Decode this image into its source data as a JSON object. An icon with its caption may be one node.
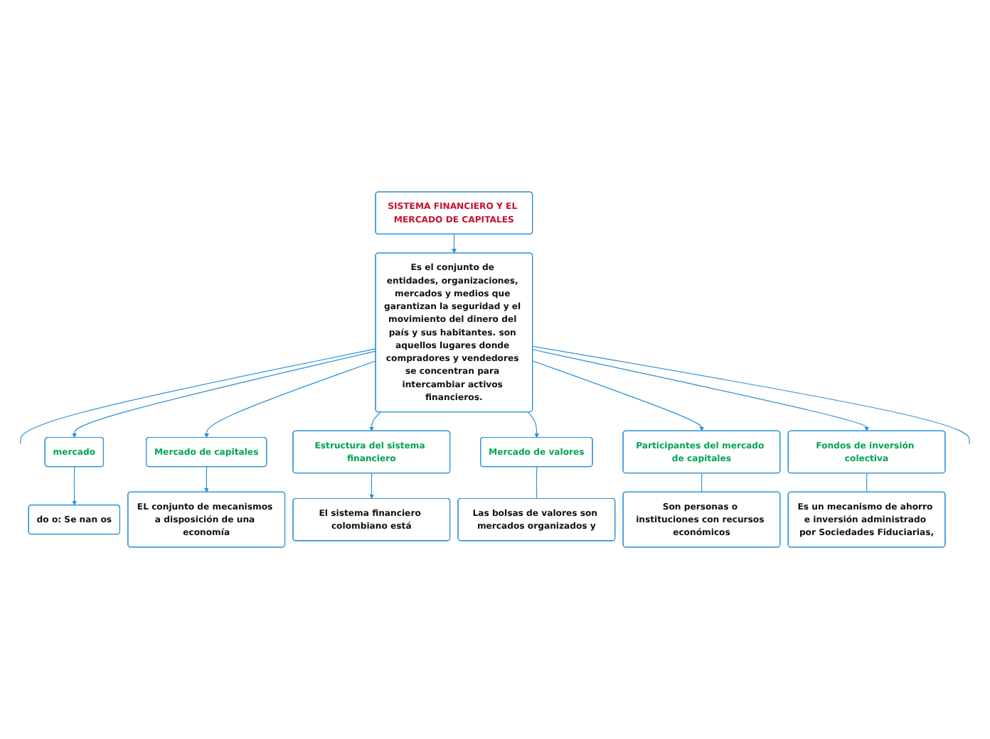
{
  "diagram": {
    "nodes": [
      {
        "text": [
          "SISTEMA FINANCIERO Y EL MERCADO DE CAPITALES"
        ]
      },
      {
        "text": [
          "Es el conjunto de entidades, organizaciones, mercados y medios que garantizan la seguridad y el movimiento del dinero del país y sus habitantes. son aquellos lugares donde compradores y vendedores se concentran para intercambiar activos financieros."
        ]
      },
      {
        "text": [
          "mercado"
        ]
      },
      {
        "text": [
          "Mercado de capitales"
        ]
      },
      {
        "text": [
          "Estructura del sistema financiero"
        ]
      },
      {
        "text": [
          "Mercado de valores"
        ]
      },
      {
        "text": [
          "Participantes del mercado de capitales"
        ]
      },
      {
        "text": [
          "Fondos de inversión colectiva"
        ]
      },
      {
        "text": [
          "do o: Se nan os"
        ]
      },
      {
        "text": [
          "EL conjunto de mecanismos a disposición de una economía"
        ]
      },
      {
        "text": [
          "El sistema financiero colombiano está"
        ]
      },
      {
        "text": [
          "Las bolsas de valores son mercados organizados y"
        ]
      },
      {
        "text": [
          "Son personas o instituciones con recursos económicos"
        ]
      },
      {
        "text": [
          "Es un mecanismo de ahorro e inversión administrado por Sociedades Fiduciarias,"
        ]
      }
    ],
    "edges": [
      {
        "from": 0,
        "to": 1,
        "arrow": "to"
      },
      {
        "from": 1,
        "to": null,
        "arrow": "none"
      },
      {
        "from": 1,
        "to": 2,
        "arrow": "to"
      },
      {
        "from": 1,
        "to": 3,
        "arrow": "to"
      },
      {
        "from": 1,
        "to": 4,
        "arrow": "to"
      },
      {
        "from": 1,
        "to": 5,
        "arrow": "to"
      },
      {
        "from": 1,
        "to": 6,
        "arrow": "to"
      },
      {
        "from": 1,
        "to": 7,
        "arrow": "to"
      },
      {
        "from": 1,
        "to": null,
        "arrow": "none"
      },
      {
        "from": 2,
        "to": 8,
        "arrow": "to"
      },
      {
        "from": 3,
        "to": 9,
        "arrow": "to"
      },
      {
        "from": 4,
        "to": 10,
        "arrow": "to"
      },
      {
        "from": 5,
        "to": 11,
        "arrow": "none"
      },
      {
        "from": 6,
        "to": 12,
        "arrow": "none"
      },
      {
        "from": 7,
        "to": 13,
        "arrow": "none"
      }
    ]
  }
}
